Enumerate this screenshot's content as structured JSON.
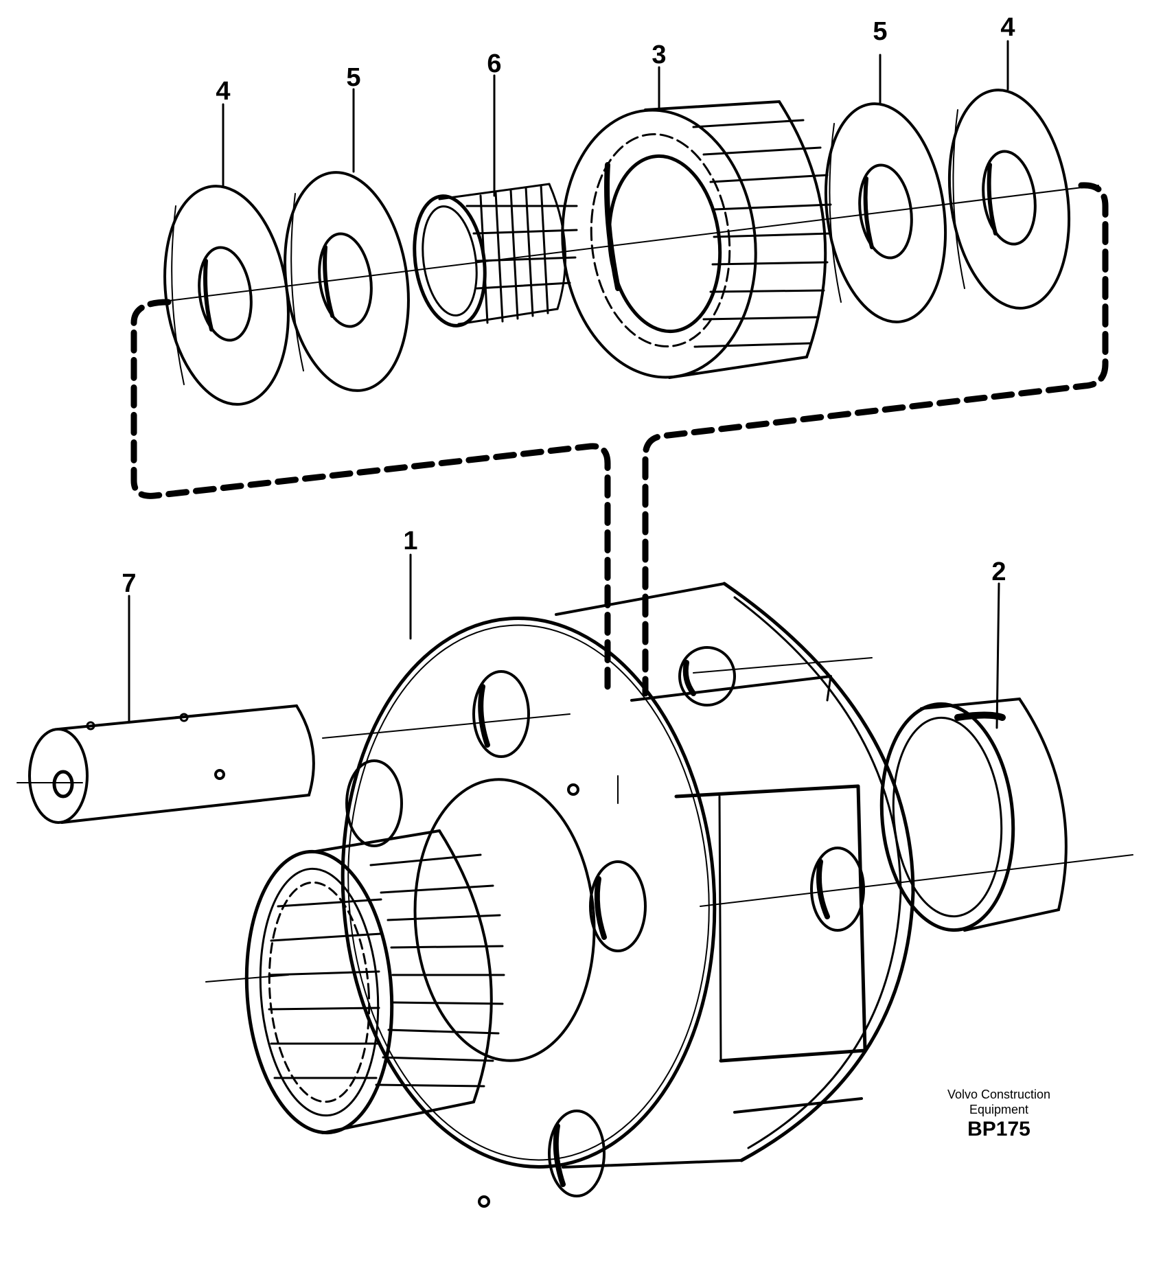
{
  "callouts": {
    "c1": "1",
    "c2": "2",
    "c3": "3",
    "c4_left": "4",
    "c4_right": "4",
    "c5_left": "5",
    "c5_right": "5",
    "c6": "6",
    "c7": "7"
  },
  "credit": {
    "line1": "Volvo Construction",
    "line2": "Equipment",
    "code": "BP175"
  },
  "colors": {
    "ink": "#000000",
    "paper": "#ffffff"
  }
}
